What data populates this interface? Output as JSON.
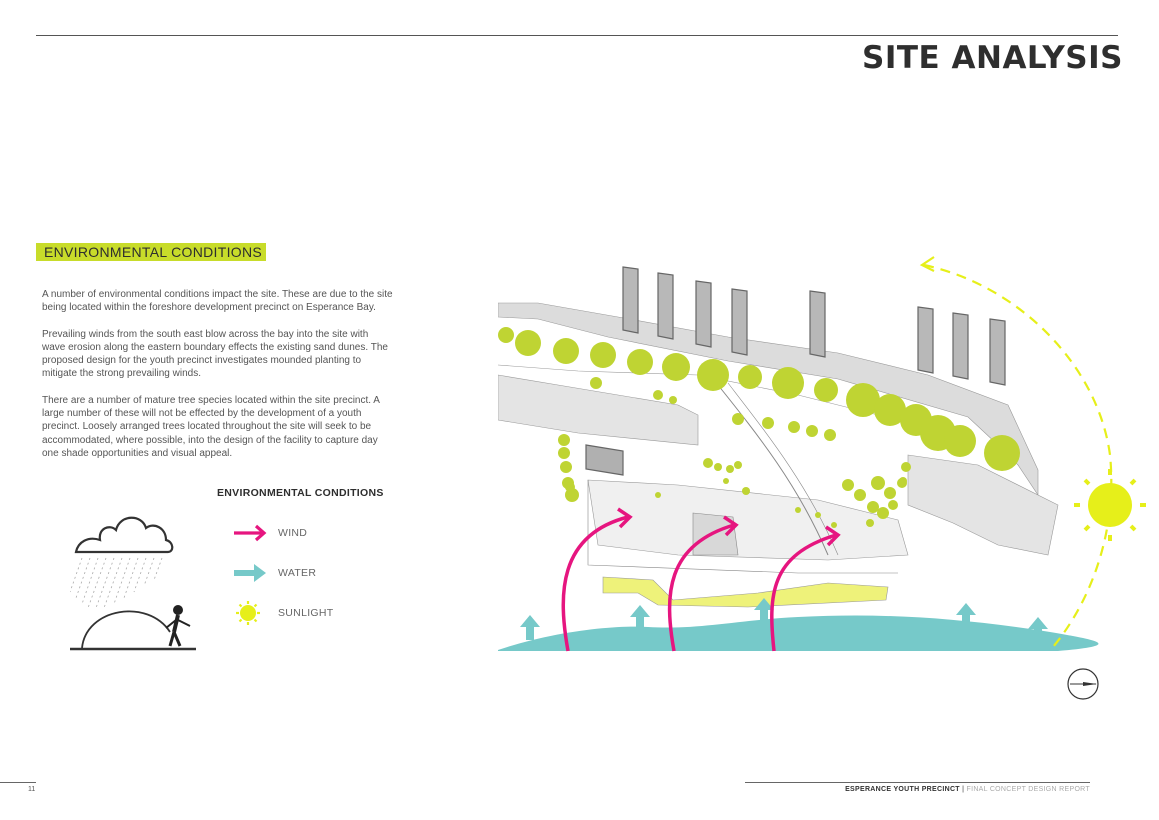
{
  "page": {
    "title": "SITE ANALYSIS",
    "page_number": "11"
  },
  "section": {
    "heading": "ENVIRONMENTAL CONDITIONS",
    "paragraphs": [
      "A number of environmental conditions impact the site.  These are due to the site being located within the foreshore development precinct on Esperance Bay.",
      "Prevailing winds from the south east blow across the bay into the site with wave erosion along the eastern boundary effects the existing sand dunes.  The proposed design for the youth precinct investigates mounded planting to mitigate the strong prevailing winds.",
      "There are a number of mature tree species located within the site precinct.  A large number of these will not be effected by the development of a youth precinct.  Loosely arranged trees located throughout the site will seek to be accommodated, where possible, into the design of the facility to capture day one shade opportunities and visual appeal."
    ]
  },
  "legend": {
    "title": "ENVIRONMENTAL CONDITIONS",
    "items": [
      {
        "label": "WIND",
        "icon": "wind-arrow-icon",
        "color": "#e6157f"
      },
      {
        "label": "WATER",
        "icon": "water-arrow-icon",
        "color": "#76c9c9"
      },
      {
        "label": "SUNLIGHT",
        "icon": "sun-icon",
        "color": "#e6ef1a"
      }
    ]
  },
  "colors": {
    "accent": "#c8dc2a",
    "tree": "#bfd433",
    "wind": "#e6157f",
    "water": "#76c9c9",
    "sun": "#e6ef1a",
    "building": "#d6d6d6"
  },
  "footer": {
    "project": "ESPERANCE YOUTH PRECINCT",
    "separator": " | ",
    "report": "FINAL CONCEPT DESIGN REPORT"
  }
}
